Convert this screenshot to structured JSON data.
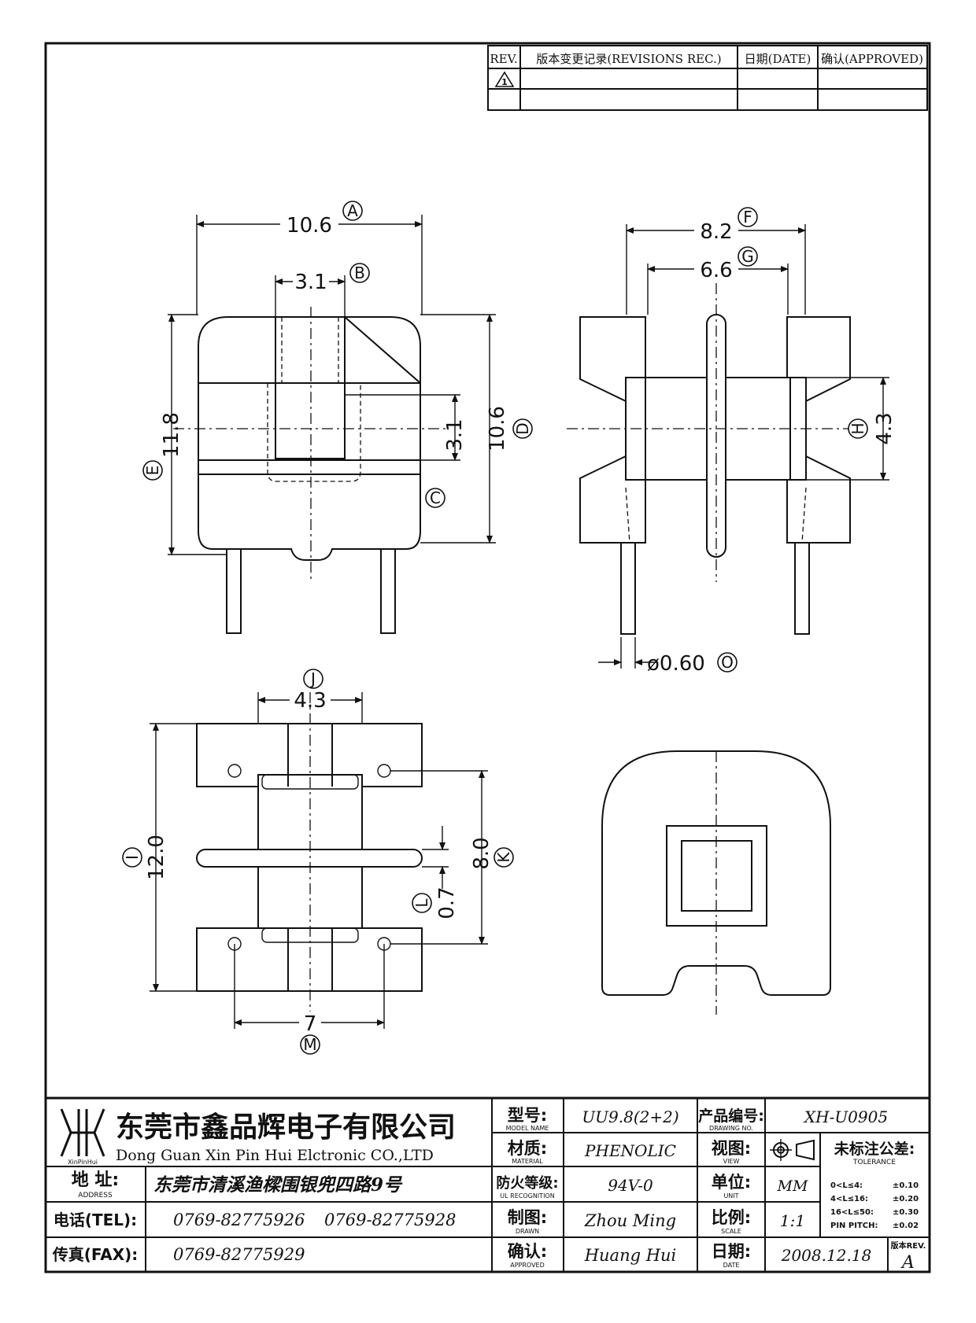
{
  "revisions": {
    "headers": [
      "REV.",
      "版本变更记录(REVISIONS REC.)",
      "日期(DATE)",
      "确认(APPROVED)"
    ],
    "rows": [
      [
        "1",
        "",
        "",
        ""
      ],
      [
        "",
        "",
        "",
        ""
      ]
    ]
  },
  "views": {
    "front": {
      "dims": {
        "a": "10.6",
        "b": "3.1",
        "c_height": "3.1",
        "d": "10.6",
        "e": "11.8"
      },
      "labels": {
        "a": "A",
        "b": "B",
        "c": "C",
        "d": "D",
        "e": "E"
      }
    },
    "side": {
      "dims": {
        "f": "8.2",
        "g": "6.6",
        "h": "4.3",
        "pin": "ø0.60"
      },
      "labels": {
        "f": "F",
        "g": "G",
        "h": "H",
        "pin": "O"
      }
    },
    "bottom": {
      "dims": {
        "j": "4.3",
        "i": "12.0",
        "k": "8.0",
        "l": "0.7",
        "m": "7"
      },
      "labels": {
        "j": "J",
        "i": "I",
        "k": "K",
        "l": "L",
        "m": "M"
      }
    }
  },
  "title_block": {
    "company_cn": "东莞市鑫品辉电子有限公司",
    "company_en": "Dong Guan Xin Pin Hui Elctronic CO.,LTD",
    "logo_text": "XinPinHui",
    "address_label": "地  址:",
    "address_label_en": "ADDRESS",
    "address": "东莞市清溪渔樑围银兜四路9号",
    "tel_label": "电话(TEL):",
    "tel1": "0769-82775926",
    "tel2": "0769-82775928",
    "fax_label": "传真(FAX):",
    "fax": "0769-82775929",
    "model_label": "型号:",
    "model_label_en": "MODEL NAME",
    "model": "UU9.8(2+2)",
    "material_label": "材质:",
    "material_label_en": "MATERIAL",
    "material": "PHENOLIC",
    "ul_label": "防火等级:",
    "ul_label_en": "UL RECOGNITION",
    "ul": "94V-0",
    "drawn_label": "制图:",
    "drawn_label_en": "DRAWN",
    "drawn": "Zhou Ming",
    "approved_label": "确认:",
    "approved_label_en": "APPROVED",
    "approved": "Huang Hui",
    "drawing_no_label": "产品编号:",
    "drawing_no_label_en": "DRAWING NO.",
    "drawing_no": "XH-U0905",
    "view_label": "视图:",
    "view_label_en": "VIEW",
    "unit_label": "单位:",
    "unit_label_en": "UNIT",
    "unit": "MM",
    "scale_label": "比例:",
    "scale_label_en": "SCALE",
    "scale": "1:1",
    "date_label": "日期:",
    "date_label_en": "DATE",
    "date": "2008.12.18",
    "tolerance_label": "未标注公差:",
    "tolerance_label_en": "TOLERANCE",
    "tolerances": [
      {
        "range": "0<L≤4:",
        "value": "±0.10"
      },
      {
        "range": "4<L≤16:",
        "value": "±0.20"
      },
      {
        "range": "16<L≤50:",
        "value": "±0.30"
      },
      {
        "range": "PIN PITCH:",
        "value": "±0.02"
      }
    ],
    "rev_label": "版本REV.",
    "rev": "A"
  }
}
